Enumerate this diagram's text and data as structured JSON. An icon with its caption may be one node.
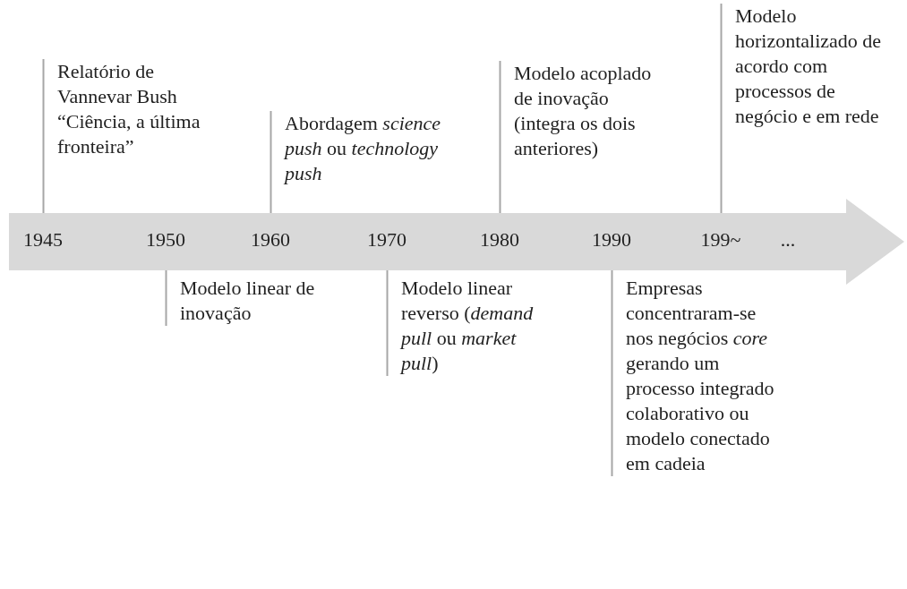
{
  "diagram": {
    "nodes": [
      {
        "text": [
          "Relatório de Vannevar Bush “Ciência, a última fronteira”"
        ]
      },
      {
        "text": [
          "Abordagem *science push* ou *technology push*"
        ]
      },
      {
        "text": [
          "Modelo acoplado de inovação (integra os dois anteriores)"
        ]
      },
      {
        "text": [
          "Modelo horizontalizado de acordo com processos de negócio e em rede"
        ]
      },
      {
        "text": [
          "1945",
          "1950",
          "1960",
          "1970",
          "1980",
          "1990",
          "199~",
          "..."
        ]
      },
      {
        "text": [
          "Modelo linear de inovação"
        ]
      },
      {
        "text": [
          "Modelo linear reverso (*demand pull* ou *market pull*)"
        ]
      },
      {
        "text": [
          "Empresas concentraram-se nos negócios *core* gerando um processo integrado colaborativo ou modelo conectado em cadeia"
        ]
      }
    ],
    "edges": [
      {
        "from": 0,
        "to": 4,
        "arrow": "none"
      },
      {
        "from": 1,
        "to": 4,
        "arrow": "none"
      },
      {
        "from": 2,
        "to": 4,
        "arrow": "none"
      },
      {
        "from": 3,
        "to": 4,
        "arrow": "none"
      },
      {
        "from": 5,
        "to": 4,
        "arrow": "none"
      },
      {
        "from": 6,
        "to": 4,
        "arrow": "none"
      },
      {
        "from": 7,
        "to": 4,
        "arrow": "none"
      }
    ]
  }
}
